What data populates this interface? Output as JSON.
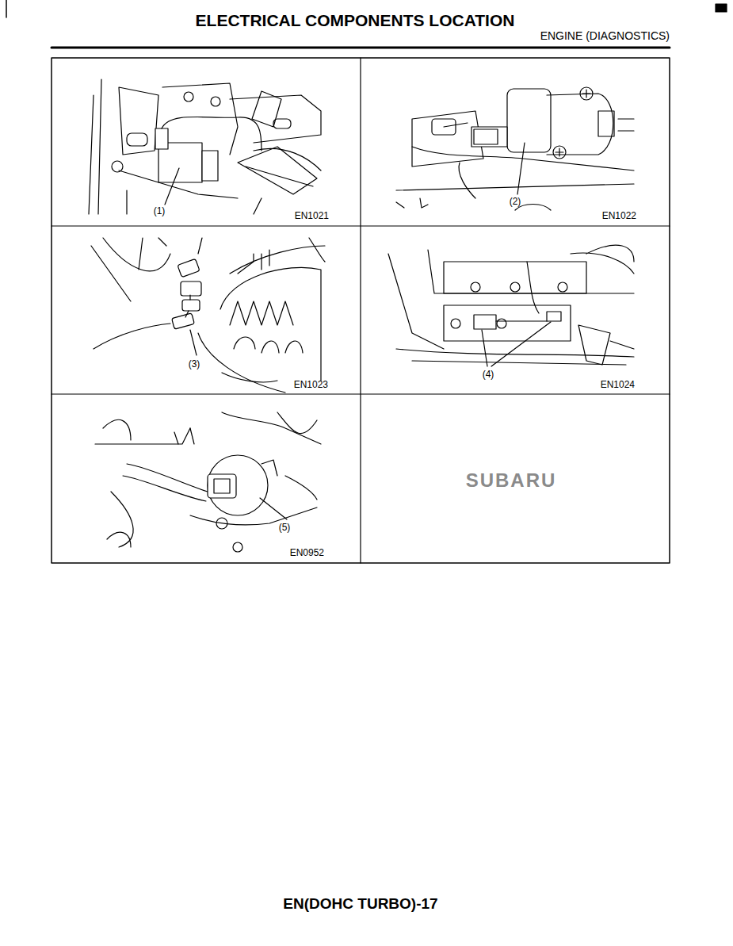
{
  "diagram": {
    "title": "ELECTRICAL COMPONENTS LOCATION",
    "labels": [
      "ENGINE (DIAGNOSTICS)",
      "(1)",
      "EN1021",
      "(2)",
      "EN1022",
      "(3)",
      "EN1023",
      "(4)",
      "EN1024",
      "(5)",
      "EN0952",
      "SUBARU",
      "EN(DOHC TURBO)-17"
    ]
  }
}
